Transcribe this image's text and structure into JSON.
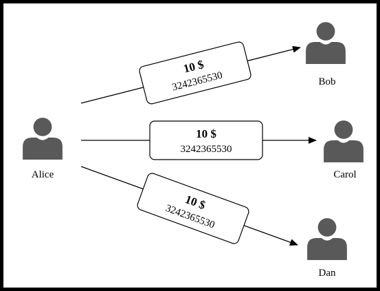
{
  "people": {
    "sender": {
      "name": "Alice",
      "icon": "person-icon"
    },
    "receivers": [
      {
        "name": "Bob",
        "icon": "person-icon"
      },
      {
        "name": "Carol",
        "icon": "person-icon"
      },
      {
        "name": "Dan",
        "icon": "person-icon"
      }
    ]
  },
  "transactions": [
    {
      "to": "Bob",
      "amount": "10 $",
      "id": "3242365530"
    },
    {
      "to": "Carol",
      "amount": "10 $",
      "id": "3242365530"
    },
    {
      "to": "Dan",
      "amount": "10 $",
      "id": "3242365530"
    }
  ],
  "colors": {
    "person": "#595959",
    "frame": "#000000",
    "background": "#ffffff"
  }
}
